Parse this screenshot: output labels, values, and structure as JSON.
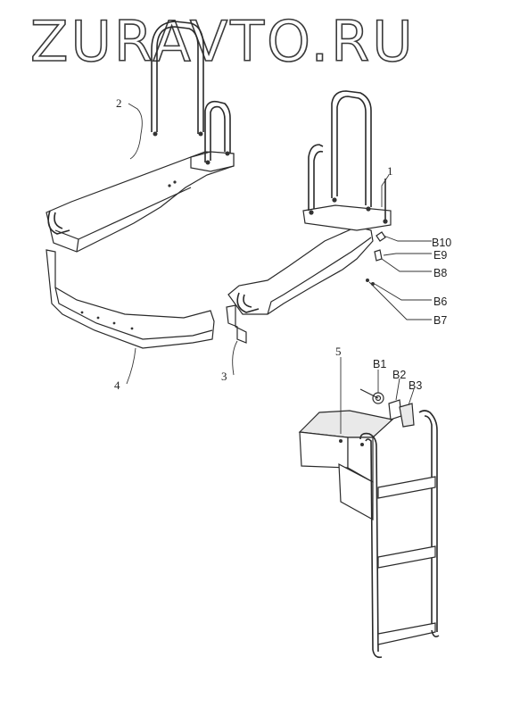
{
  "watermark": "ZURAVTO.RU",
  "callouts": {
    "c1": "1",
    "c2": "2",
    "c3": "3",
    "c4": "4",
    "c5": "5",
    "b1": "B1",
    "b2": "B2",
    "b3": "B3",
    "b6": "B6",
    "b7": "B7",
    "b8": "B8",
    "e9": "E9",
    "b10": "B10"
  }
}
